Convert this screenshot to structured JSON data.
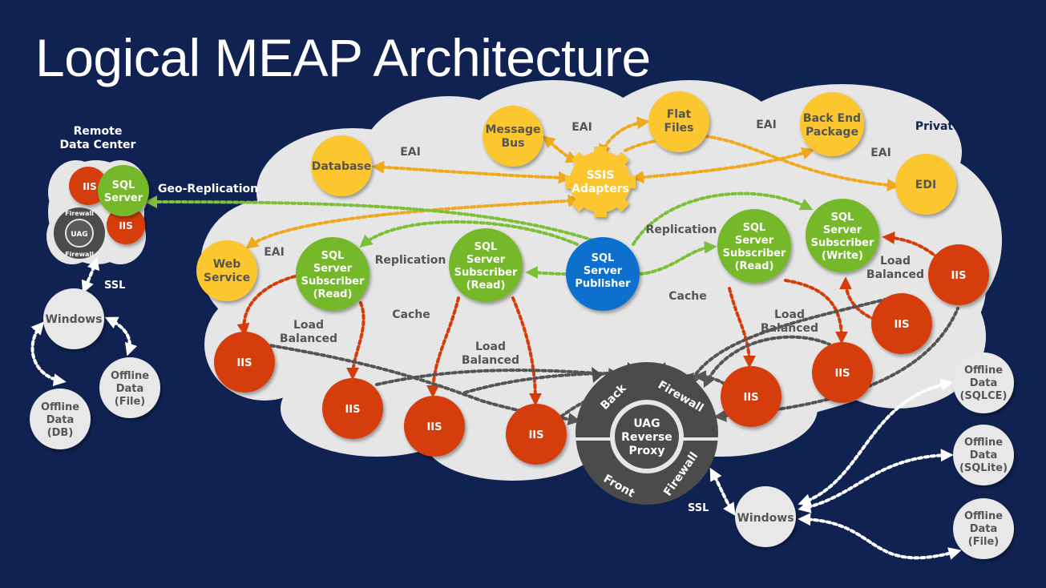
{
  "title": "Logical MEAP Architecture",
  "colors": {
    "background": "#0f2251",
    "cloud": "#e6e6e6",
    "green": "#74b82a",
    "blue": "#0b6fcf",
    "red": "#d63c0a",
    "yellow": "#fcc62d",
    "gray_node": "#e8e8e8",
    "dark": "#4b4b4b",
    "orange_arrow": "#f0a81c",
    "green_arrow": "#7cc03a",
    "red_arrow": "#d63c0a",
    "gray_arrow": "#555555",
    "white_arrow": "#ffffff"
  },
  "remote": {
    "title": [
      "Remote",
      "Data Center"
    ],
    "sql_server": [
      "SQL",
      "Server"
    ],
    "iis": "IIS",
    "uag": "UAG",
    "firewall": "Firewall",
    "ssl": "SSL",
    "windows": "Windows",
    "offline_db": [
      "Offline",
      "Data",
      "(DB)"
    ],
    "offline_file": [
      "Offline",
      "Data",
      "(File)"
    ],
    "geo_replication": "Geo-Replication"
  },
  "cloud": {
    "private_cloud": "Private Cloud",
    "database": "Database",
    "message_bus": [
      "Message",
      "Bus"
    ],
    "flat_files": [
      "Flat",
      "Files"
    ],
    "back_end_package": [
      "Back End",
      "Package"
    ],
    "edi": "EDI",
    "ssis": [
      "SSIS",
      "Adapters"
    ],
    "web_service": [
      "Web",
      "Service"
    ],
    "publisher": [
      "SQL",
      "Server",
      "Publisher"
    ],
    "subscriber_read": [
      "SQL",
      "Server",
      "Subscriber",
      "(Read)"
    ],
    "subscriber_write": [
      "SQL",
      "Server",
      "Subscriber",
      "(Write)"
    ],
    "iis": "IIS",
    "eai": "EAI",
    "replication": "Replication",
    "cache": "Cache",
    "load_balanced": [
      "Load",
      "Balanced"
    ]
  },
  "uag_ring": {
    "center": [
      "UAG",
      "Reverse",
      "Proxy"
    ],
    "back": "Back",
    "front": "Front",
    "firewall": "Firewall",
    "ssl": "SSL"
  },
  "clients": {
    "windows": "Windows",
    "offline_sqlce": [
      "Offline",
      "Data",
      "(SQLCE)"
    ],
    "offline_sqlite": [
      "Offline",
      "Data",
      "(SQLite)"
    ],
    "offline_file": [
      "Offline",
      "Data",
      "(File)"
    ]
  }
}
